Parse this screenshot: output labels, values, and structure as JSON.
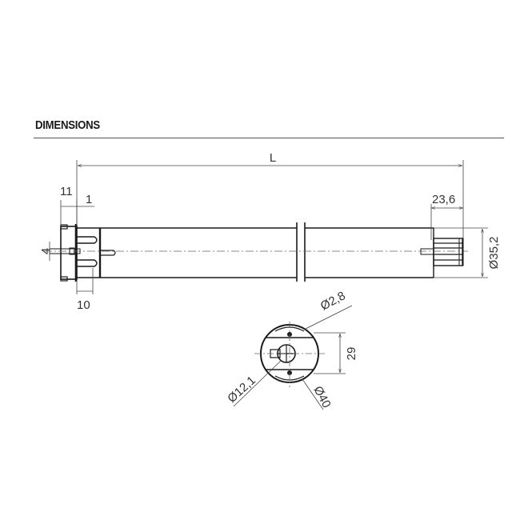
{
  "header": {
    "title": "DIMENSIONS"
  },
  "side_view": {
    "length_label": "L",
    "dims": {
      "head_width": "11",
      "flange_thickness": "1",
      "pin_diameter": "4",
      "head_depth": "10",
      "drive_length": "23,6",
      "tube_diameter": "Ø35,2"
    }
  },
  "end_view": {
    "dims": {
      "hole_diameter": "Ø2,8",
      "hole_spacing": "29",
      "center_diameter": "Ø12,1",
      "head_diameter": "Ø40"
    }
  },
  "colors": {
    "line": "#1a1a1a",
    "dim_line": "#444444",
    "text": "#333333"
  }
}
